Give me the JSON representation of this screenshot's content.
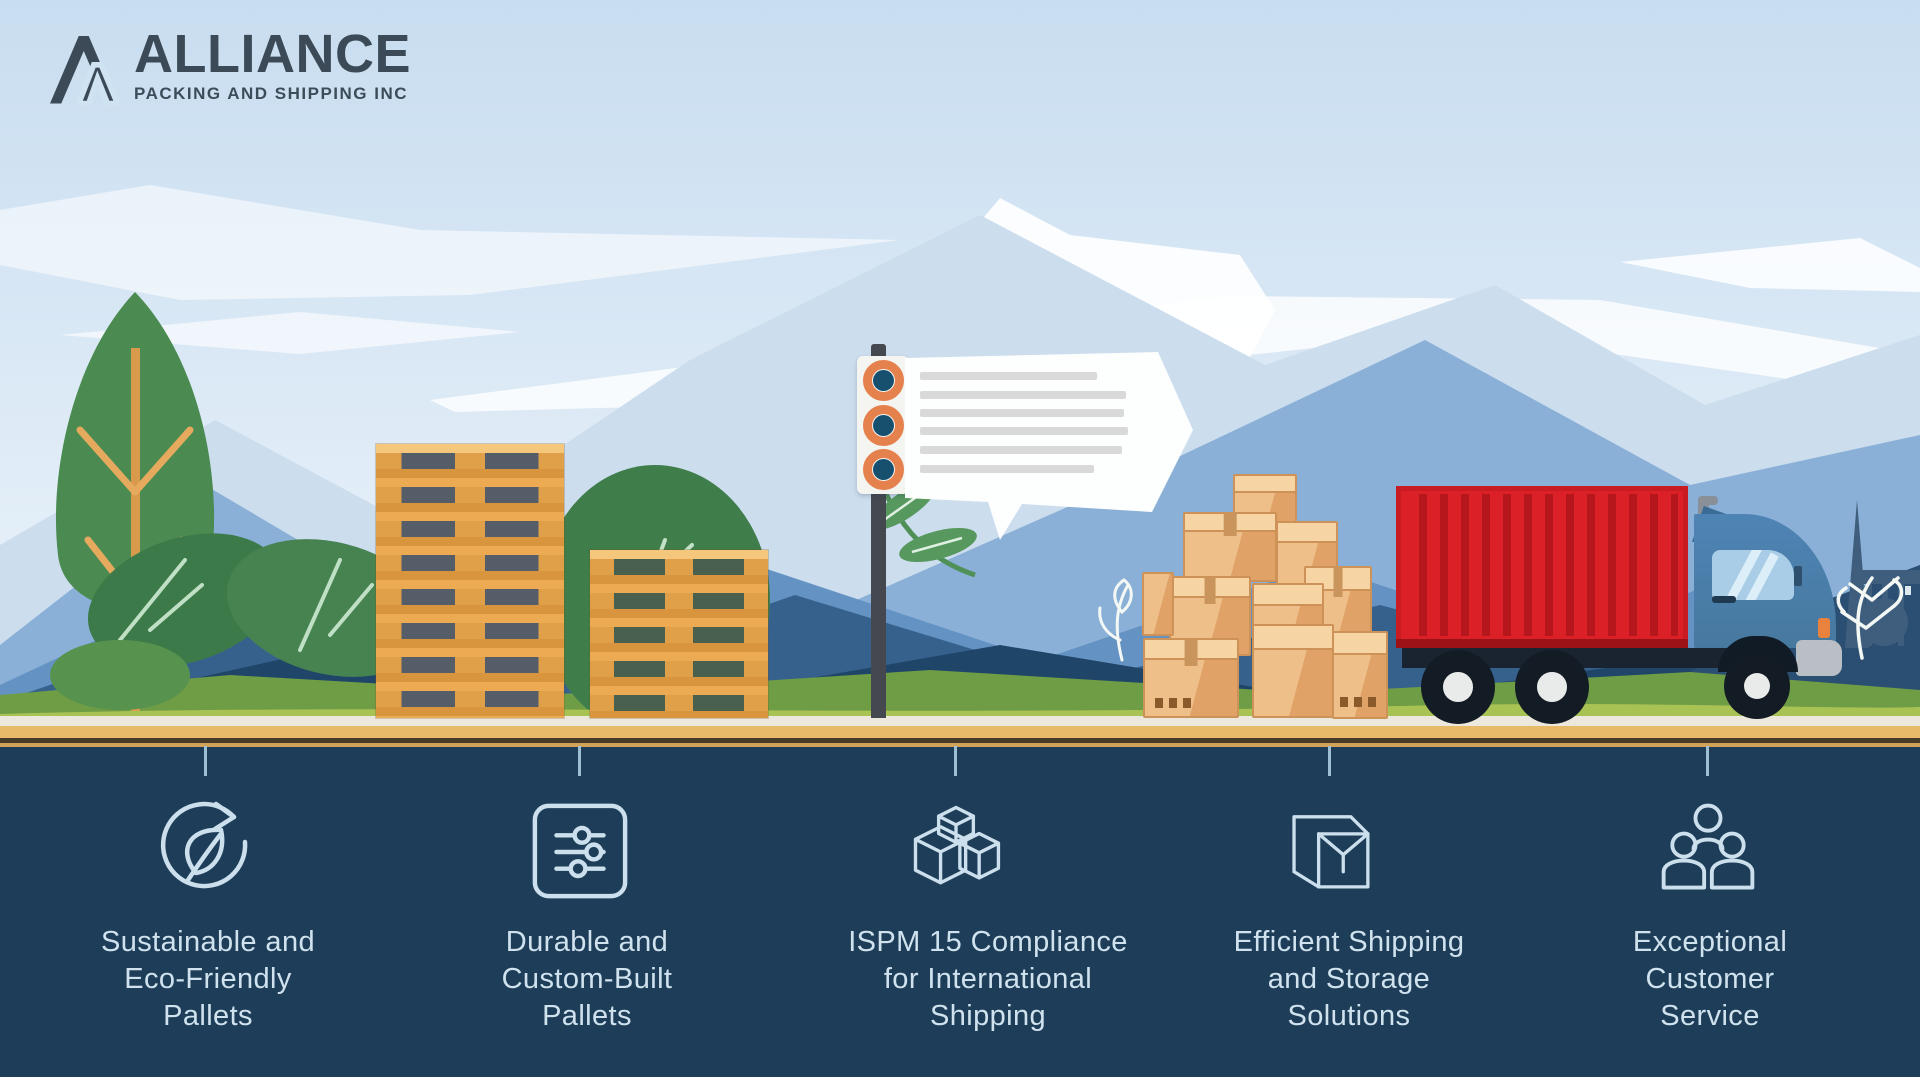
{
  "brand": {
    "name": "ALLIANCE",
    "tagline": "PACKING AND SHIPPING INC"
  },
  "features": [
    {
      "id": "sustainable",
      "icon": "recycle-leaf-icon",
      "lines": [
        "Sustainable and",
        "Eco-Friendly",
        "Pallets"
      ]
    },
    {
      "id": "durable",
      "icon": "sliders-icon",
      "lines": [
        "Durable and",
        "Custom-Built",
        "Pallets"
      ]
    },
    {
      "id": "ispm-compliance",
      "icon": "stacked-cubes-icon",
      "lines": [
        "ISPM 15 Compliance",
        "for International",
        "Shipping"
      ]
    },
    {
      "id": "efficient-shipping",
      "icon": "open-box-icon",
      "lines": [
        "Efficient Shipping",
        "and Storage",
        "Solutions"
      ]
    },
    {
      "id": "customer-service",
      "icon": "people-icon",
      "lines": [
        "Exceptional",
        "Customer",
        "Service"
      ]
    }
  ],
  "colors": {
    "footer_background": "#1e3d58",
    "brand_text": "#3b4a56",
    "accent_orange": "#e5814d",
    "container_red": "#dc2027",
    "footer_text": "#cfe2ee",
    "sky": "#cfe2f2"
  }
}
